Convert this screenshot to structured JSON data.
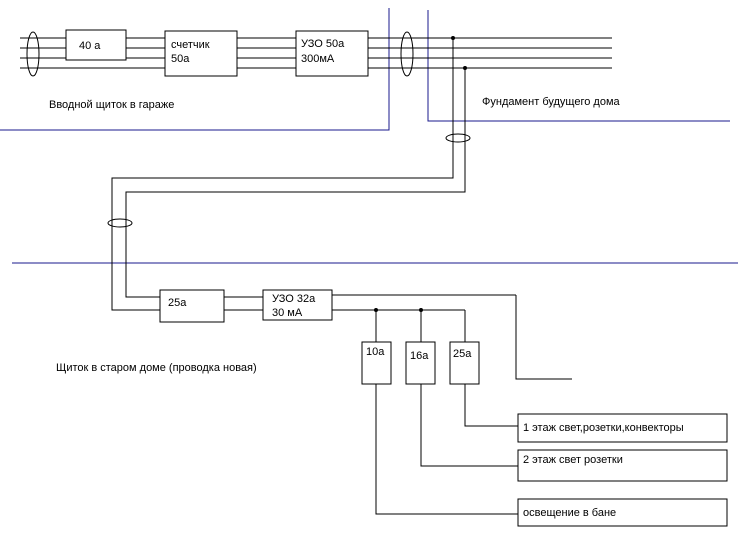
{
  "labels": {
    "garage_panel": "Вводной щиток в гараже",
    "foundation": "Фундамент будущего дома",
    "old_house_panel": "Щиток в старом доме (проводка новая)"
  },
  "breakers": {
    "main_40": "40 а",
    "meter_line1": "счетчик",
    "meter_line2": "50а",
    "rcd50_line1": "УЗО 50а",
    "rcd50_line2": "300мА",
    "house_25": "25а",
    "rcd32_line1": "УЗО 32а",
    "rcd32_line2": "30 мА",
    "c10": "10а",
    "c16": "16а",
    "c25": "25а"
  },
  "circuits": {
    "floor1": "1 этаж свет,розетки,конвекторы",
    "floor2": "2 этаж свет розетки",
    "bath": "освещение в бане"
  },
  "colors": {
    "wire": "#000000",
    "boundary": "#1a1a8c"
  }
}
